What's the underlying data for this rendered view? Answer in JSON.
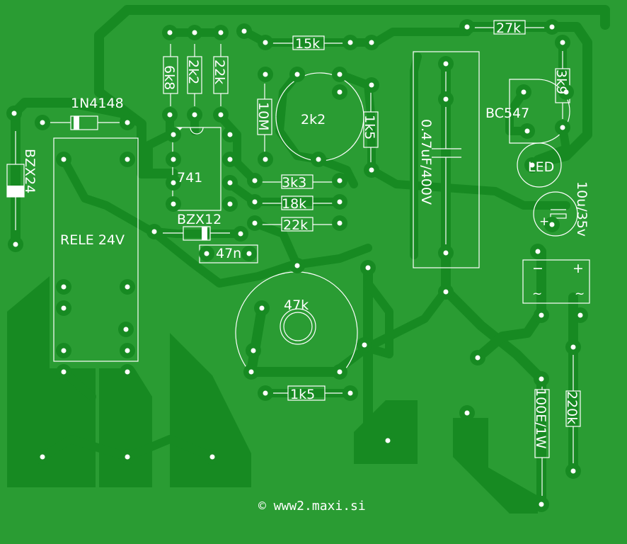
{
  "board": {
    "copyright": "© www2.maxi.si",
    "colors": {
      "substrate": "#2a9c33",
      "copper": "#178a22",
      "silkscreen": "#ffffff"
    }
  },
  "components": {
    "d1": "1N4148",
    "zd1": "BZX24",
    "relay": "RELE 24V",
    "r_6k8": "6k8",
    "r_2k2": "2k2",
    "r_22k_top": "22k",
    "ic": "741",
    "zd2": "BZX12",
    "c_47n": "47n",
    "r_15k": "15k",
    "r_10m": "10M",
    "pot_2k2": "2k2",
    "r_1k5_v": "1k5",
    "r_3k3": "3k3",
    "r_18k": "18k",
    "r_22k": "22k",
    "pot_47k": "47k",
    "r_1k5_h": "1k5",
    "c_main": "0.47uF/400V",
    "r_27k": "27k",
    "r_3k9": "3k9",
    "transistor": "BC547",
    "led": "LED",
    "c_elko": "10u/35v",
    "bridge_minus": "−",
    "bridge_plus": "+",
    "r_100e": "100E/1W",
    "r_220k": "220k"
  }
}
